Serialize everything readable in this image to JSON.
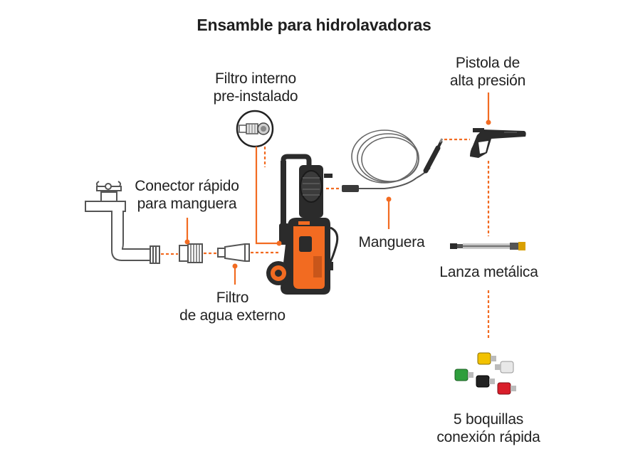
{
  "title": "Ensamble para hidrolavadoras",
  "labels": {
    "filtro_interno": [
      "Filtro interno",
      "pre-instalado"
    ],
    "pistola": [
      "Pistola de",
      "alta presión"
    ],
    "conector": [
      "Conector rápido",
      "para manguera"
    ],
    "manguera": [
      "Manguera"
    ],
    "lanza": [
      "Lanza metálica"
    ],
    "filtro_externo": [
      "Filtro",
      "de agua externo"
    ],
    "boquillas": [
      "5 boquillas",
      "conexión rápida"
    ]
  },
  "colors": {
    "accent": "#F26B21",
    "text": "#222222",
    "outline": "#555555",
    "machine_body": "#2B2B2B",
    "nozzle_yellow": "#F2C200",
    "nozzle_white": "#E8E8E8",
    "nozzle_green": "#2E9E3C",
    "nozzle_black": "#222222",
    "nozzle_red": "#D91E2A"
  },
  "icons": [
    "water-faucet-icon",
    "quick-connector-icon",
    "external-filter-icon",
    "internal-filter-icon",
    "pressure-washer-icon",
    "hose-icon",
    "spray-gun-icon",
    "metal-lance-icon",
    "nozzles-icon"
  ]
}
